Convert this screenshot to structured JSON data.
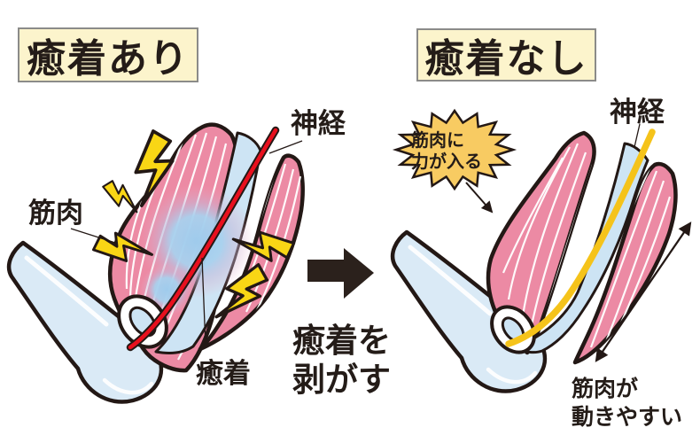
{
  "panels": {
    "left": {
      "title": "癒着あり",
      "labels": {
        "nerve": "神経",
        "muscle": "筋肉",
        "adhesion": "癒着"
      }
    },
    "right": {
      "title": "癒着なし",
      "labels": {
        "nerve": "神経"
      },
      "starburst": {
        "line1": "筋肉に",
        "line2": "力が入る"
      },
      "movement": {
        "line1": "筋肉が",
        "line2": "動きやすい"
      }
    },
    "transition": {
      "line1": "癒着を",
      "line2": "剥がす"
    }
  },
  "colors": {
    "background": "#ffffff",
    "outline": "#231815",
    "muscle-pink": "#ec8aa4",
    "muscle-stripe": "#ffffff",
    "bone-blue": "#daeaf6",
    "sheath-blue": "#cde4f4",
    "adhesion-blue": "#9fcbec",
    "nerve-red": "#e8101e",
    "nerve-yellow": "#f5c31a",
    "bolt-yellow": "#f9d615",
    "starburst-orange": "#f8cb62",
    "title-bg": "#fcf4cc",
    "title-border": "#8b8b89",
    "text-dark": "#241c18",
    "arrow-black": "#2b211c"
  }
}
